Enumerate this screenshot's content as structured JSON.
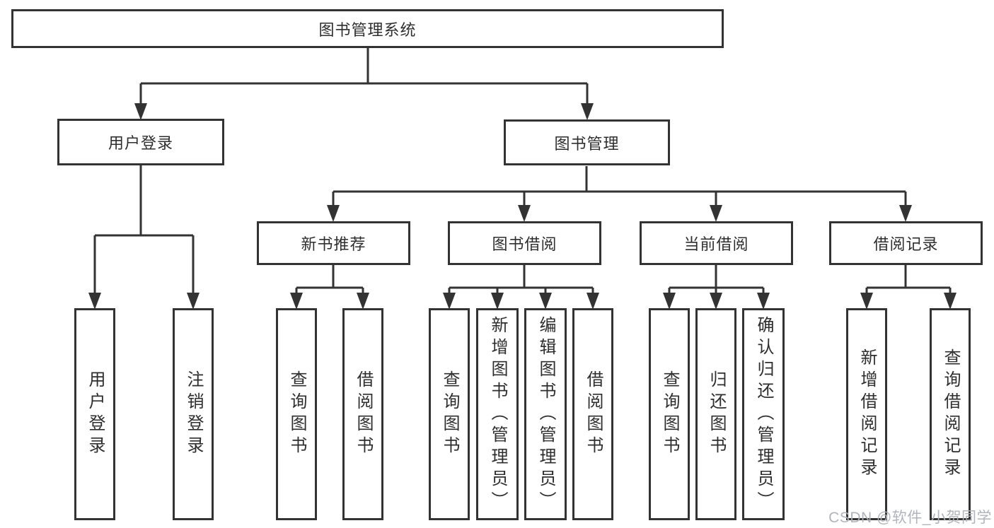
{
  "tree": {
    "root": "图书管理系统",
    "children": [
      {
        "label": "用户登录",
        "children": [
          "用户登录",
          "注销登录"
        ]
      },
      {
        "label": "图书管理",
        "children": [
          {
            "label": "新书推荐",
            "children": [
              "查询图书",
              "借阅图书"
            ]
          },
          {
            "label": "图书借阅",
            "children": [
              "查询图书",
              "新增图书（管理员）",
              "编辑图书（管理员）",
              "借阅图书"
            ]
          },
          {
            "label": "当前借阅",
            "children": [
              "查询图书",
              "归还图书",
              "确认归还（管理员）"
            ]
          },
          {
            "label": "借阅记录",
            "children": [
              "新增借阅记录",
              "查询借阅记录"
            ]
          }
        ]
      }
    ]
  },
  "colors": {
    "line": "#333333",
    "text": "#2e2e2e",
    "watermark": "#adb0b6"
  },
  "watermark": {
    "text": "CSDN @软件_小贺同学"
  }
}
